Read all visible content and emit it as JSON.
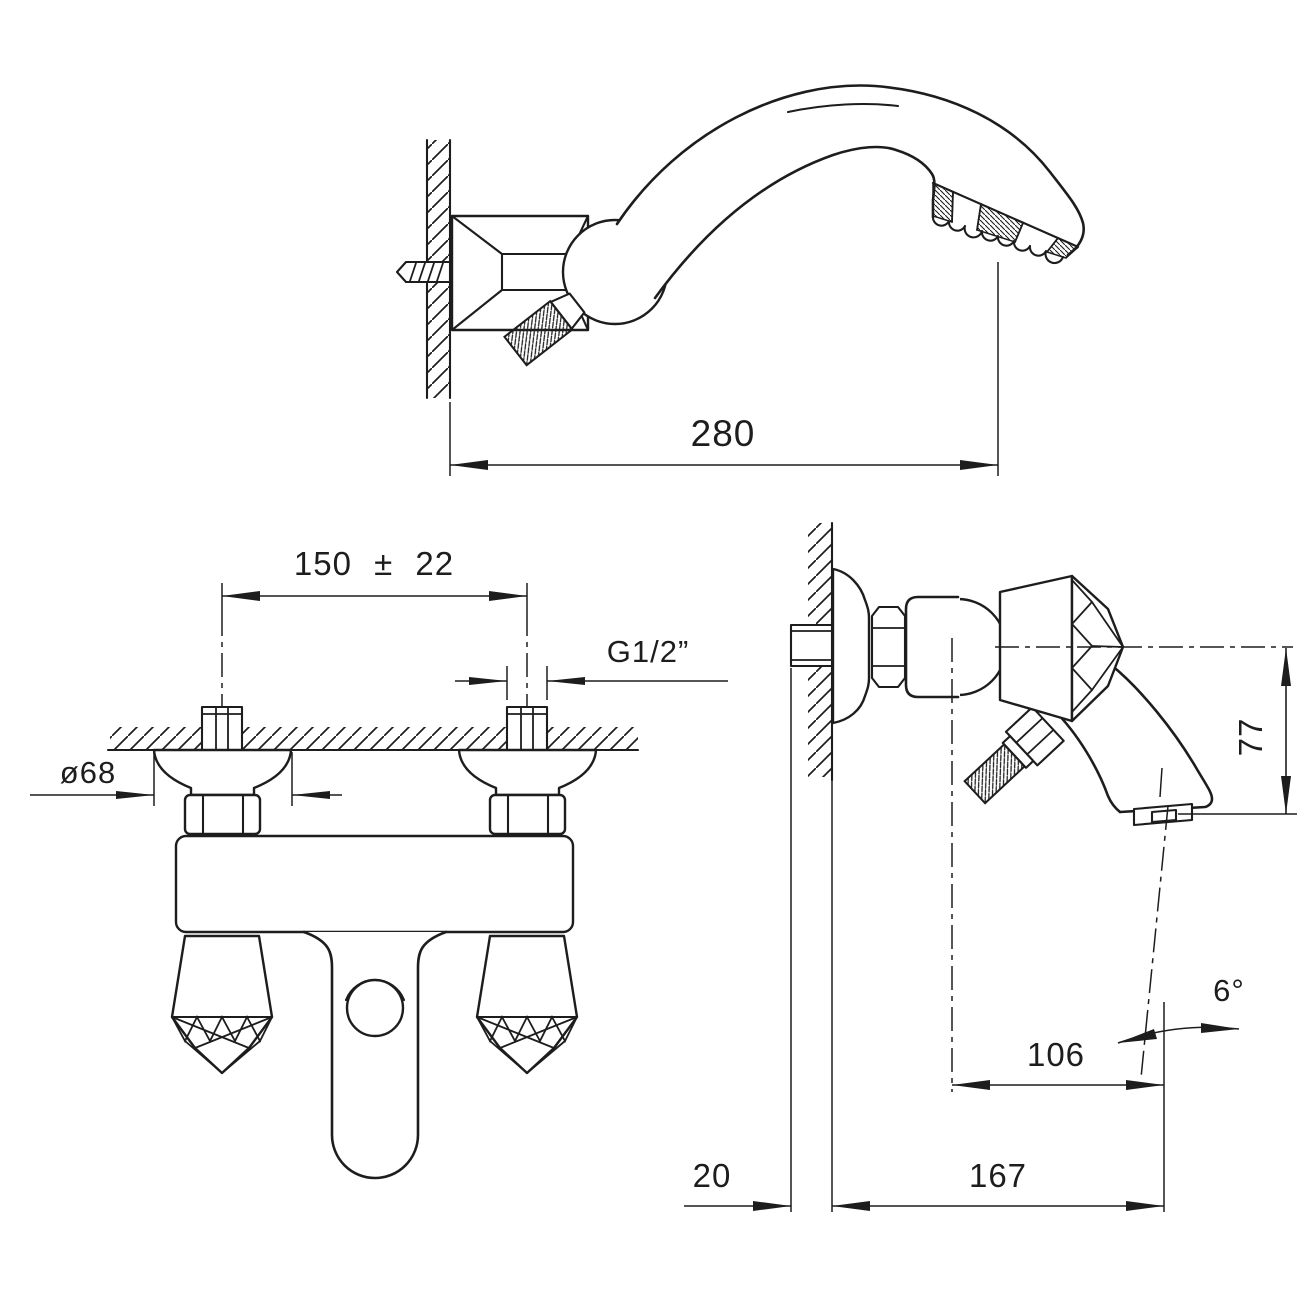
{
  "page": {
    "background": "#ffffff",
    "line_color": "#1d1d1d",
    "description": "Technical dimension drawing of a two-handle bath mixer faucet with crystal knobs, wall bracket and hand shower"
  },
  "views": {
    "hand_shower": {
      "name": "hand shower on wall bracket - side view",
      "dims": {
        "width_280": "280"
      }
    },
    "front": {
      "name": "mixer front view",
      "dims": {
        "centers_150": "150 ± 22",
        "thread_g12": "G1/2”",
        "flange_d68": "ø68"
      }
    },
    "side": {
      "name": "mixer side view",
      "dims": {
        "height_77": "77",
        "angle_6": "6°",
        "reach_106": "106",
        "wall_20": "20",
        "reach_167": "167"
      }
    }
  }
}
